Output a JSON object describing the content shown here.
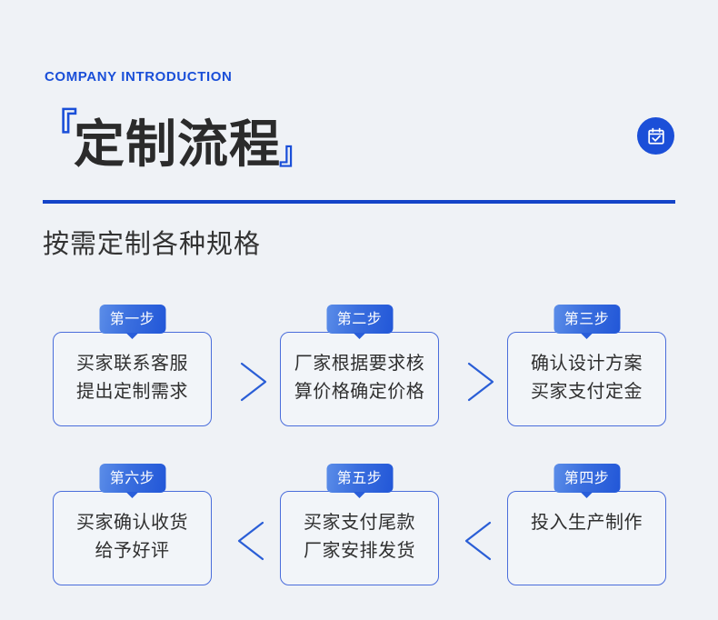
{
  "header": {
    "eyebrow": "COMPANY INTRODUCTION",
    "bracket_left": "『",
    "bracket_right": "』",
    "title": "定制流程",
    "subtitle": "按需定制各种规格",
    "icon": "calendar-check-icon"
  },
  "colors": {
    "background": "#eff2f6",
    "accent_blue": "#1a4fd8",
    "divider": "#1444c8",
    "badge_gradient_from": "#5b8de8",
    "badge_gradient_to": "#2257d8",
    "box_border": "#4a6ddb",
    "title_text": "#2b2b2b",
    "body_text": "#2f2f2f"
  },
  "steps": [
    {
      "badge": "第一步",
      "text": "买家联系客服\n提出定制需求"
    },
    {
      "badge": "第二步",
      "text": "厂家根据要求核\n算价格确定价格"
    },
    {
      "badge": "第三步",
      "text": "确认设计方案\n买家支付定金"
    },
    {
      "badge": "第四步",
      "text": "投入生产制作"
    },
    {
      "badge": "第五步",
      "text": "买家支付尾款\n厂家安排发货"
    },
    {
      "badge": "第六步",
      "text": "买家确认收货\n给予好评"
    }
  ],
  "connectors": [
    {
      "direction": "right"
    },
    {
      "direction": "right"
    },
    {
      "direction": "left"
    },
    {
      "direction": "left"
    }
  ]
}
